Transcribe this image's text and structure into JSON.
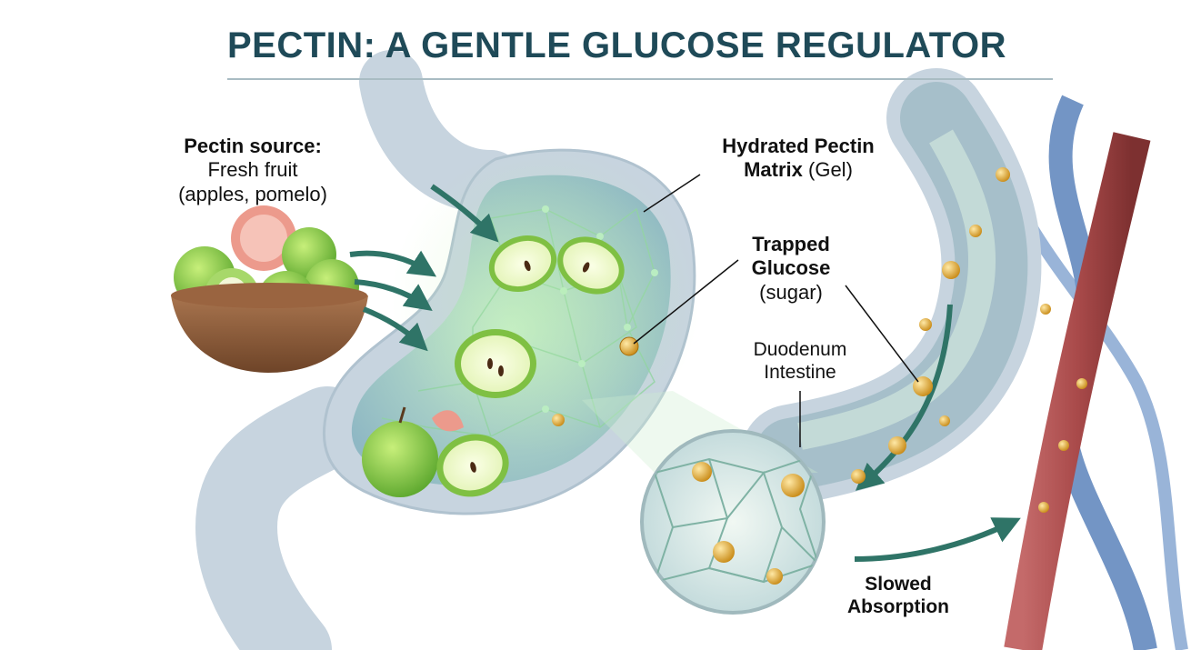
{
  "title": "PECTIN: A GENTLE GLUCOSE REGULATOR",
  "labels": {
    "pectin_source": {
      "heading": "Pectin source:",
      "line1": "Fresh fruit",
      "line2": "(apples, pomelo)"
    },
    "pectin_matrix": {
      "line1": "Hydrated Pectin",
      "line2_bold": "Matrix",
      "line2_rest": " (Gel)"
    },
    "trapped_glucose": {
      "line1": "Trapped",
      "line2": "Glucose",
      "line3": "(sugar)"
    },
    "duodenum": {
      "line1": "Duodenum",
      "line2": "Intestine"
    },
    "slowed_absorption": {
      "line1": "Slowed",
      "line2": "Absorption"
    }
  },
  "colors": {
    "title": "#1f4a58",
    "arrow": "#2f7467",
    "stomach_wall": "#c7d4df",
    "gel": "#6fbf7a",
    "apple": "#8fcc4a",
    "pomelo": "#ec9a8c",
    "glucose": "#e3ad2e",
    "vein": "#4f78b0",
    "artery": "#a94a4a",
    "bowl": "#8a5a3a"
  },
  "icons": {
    "fruit_bowl": "bowl-of-apples-icon",
    "glucose_particle": "glucose-molecule-icon",
    "magnifier": "magnified-gel-network-icon"
  }
}
